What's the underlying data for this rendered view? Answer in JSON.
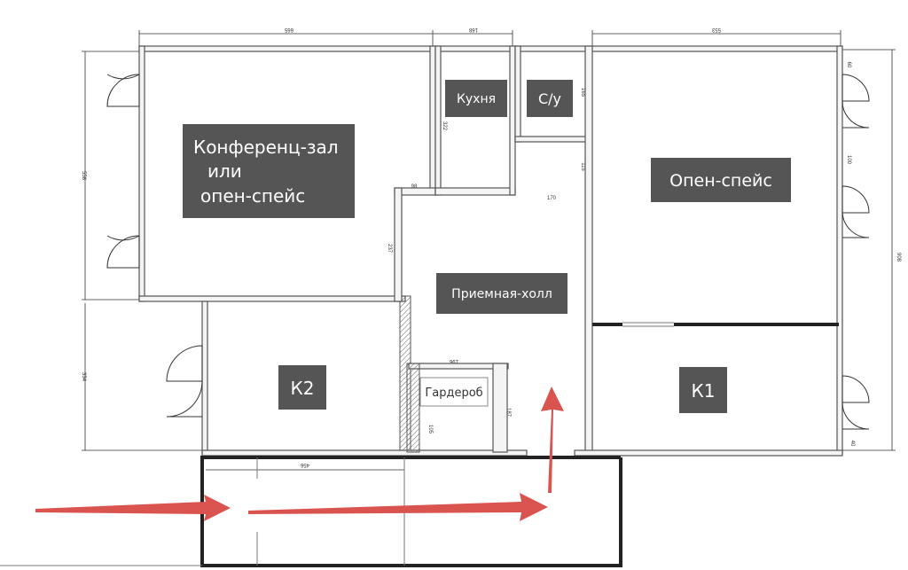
{
  "rooms": {
    "conference": {
      "line1": "Конференц-зал",
      "line2": "или",
      "line3": "опен-спейс"
    },
    "openspace": "Опен-спейс",
    "kitchen": "Кухня",
    "wc": "С/у",
    "reception": "Приемная-холл",
    "k2": "К2",
    "k1": "К1",
    "wardrobe": "Гардероб"
  },
  "dimensions": {
    "top_left": "665",
    "top_mid": "168",
    "top_right": "553",
    "left_upper": "558",
    "left_lower": "334",
    "right_total": "908",
    "right_seg1": "60",
    "right_seg2": "100",
    "right_seg3": "40",
    "kitchen_h": "322",
    "wc_h": "165",
    "corr_h": "115",
    "corr_w": "170",
    "small_w": "98",
    "hall_h": "237",
    "wardrobe_w": "196",
    "wardrobe_h": "187",
    "wardrobe_inner": "105",
    "corridor_w": "456"
  },
  "colors": {
    "label_bg": "#555555",
    "arrow": "#d9534f"
  }
}
